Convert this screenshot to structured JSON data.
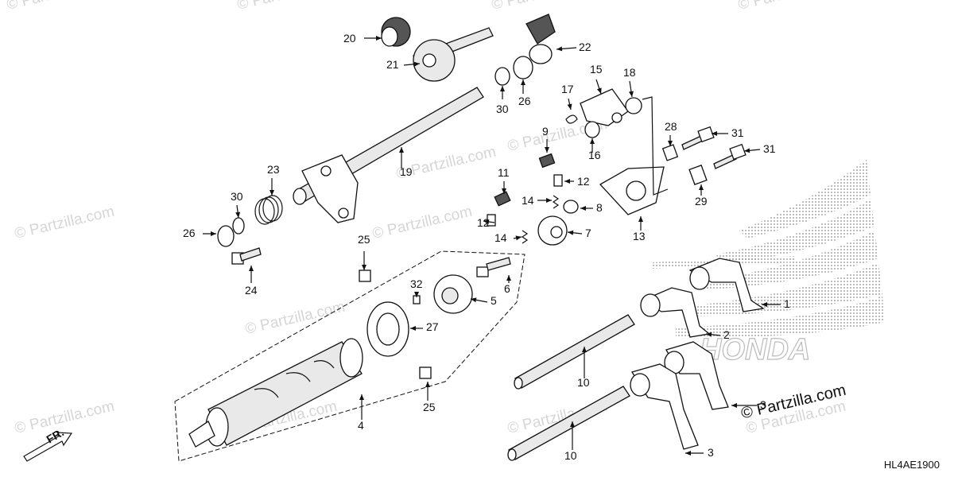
{
  "watermark": "© Partzilla.com",
  "brand_label": "© Partzilla.com",
  "diagram_code": "HL4AE1900",
  "direction_label": "FR.",
  "callouts": [
    "20",
    "21",
    "22",
    "30",
    "26",
    "15",
    "18",
    "17",
    "9",
    "16",
    "28",
    "31",
    "31",
    "19",
    "23",
    "30",
    "26",
    "11",
    "12",
    "14",
    "12",
    "14",
    "8",
    "7",
    "13",
    "29",
    "25",
    "24",
    "32",
    "5",
    "6",
    "27",
    "1",
    "2",
    "10",
    "4",
    "25",
    "3",
    "10",
    "3"
  ]
}
